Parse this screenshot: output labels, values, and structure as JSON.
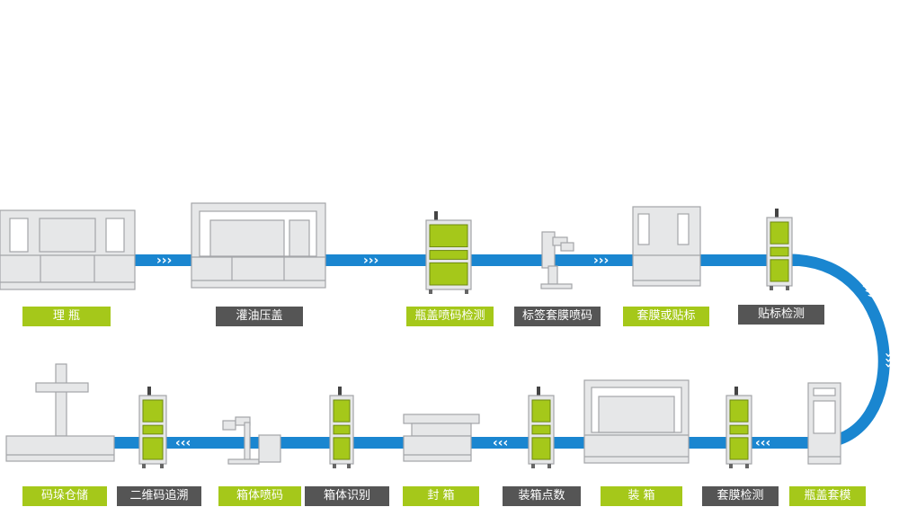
{
  "colors": {
    "conveyor": "#1a86d0",
    "label_green": "#a5c81a",
    "label_dark": "#555555",
    "machine_fill": "#e6e7e8",
    "machine_stroke": "#a3a5a8",
    "station_green": "#a5c81a"
  },
  "top_row": {
    "stations": [
      {
        "id": "bottle-sorting",
        "label": "理  瓶",
        "style": "green"
      },
      {
        "id": "filling-capping",
        "label": "灌油压盖",
        "style": "dark"
      },
      {
        "id": "cap-print-inspection",
        "label": "瓶盖喷码检测",
        "style": "green"
      },
      {
        "id": "label-sleeve-printing",
        "label": "标签套膜喷码",
        "style": "dark"
      },
      {
        "id": "sleeving-labeling",
        "label": "套膜或贴标",
        "style": "green"
      },
      {
        "id": "label-inspection",
        "label": "贴标检测",
        "style": "dark"
      }
    ]
  },
  "bottom_row": {
    "stations": [
      {
        "id": "palletizing-warehouse",
        "label": "码垛仓储",
        "style": "green"
      },
      {
        "id": "qr-traceability",
        "label": "二维码追溯",
        "style": "dark"
      },
      {
        "id": "carton-printing",
        "label": "箱体喷码",
        "style": "green"
      },
      {
        "id": "carton-identification",
        "label": "箱体识别",
        "style": "dark"
      },
      {
        "id": "carton-sealing",
        "label": "封  箱",
        "style": "green"
      },
      {
        "id": "carton-count",
        "label": "装箱点数",
        "style": "dark"
      },
      {
        "id": "carton-packing",
        "label": "装  箱",
        "style": "green"
      },
      {
        "id": "sleeve-inspection",
        "label": "套膜检测",
        "style": "dark"
      },
      {
        "id": "cap-sleeving",
        "label": "瓶盖套模",
        "style": "green"
      }
    ]
  },
  "flow_arrows": {
    "top_glyph": "›››",
    "bottom_glyph": "‹‹‹",
    "curve_glyph": "›››"
  }
}
